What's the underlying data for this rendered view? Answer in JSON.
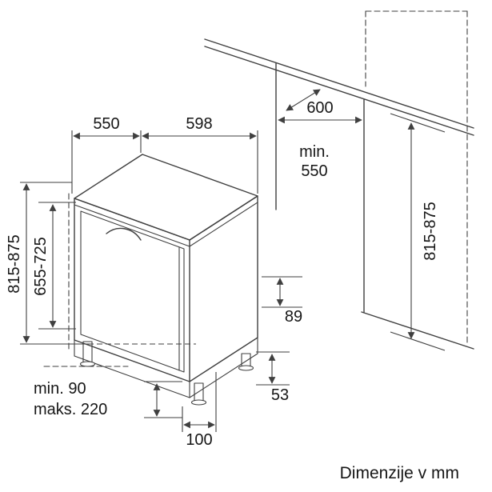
{
  "diagram": {
    "unit_note": "Dimenzije v mm",
    "colors": {
      "line": "#3f3f3f",
      "text": "#161616",
      "background": "#ffffff"
    },
    "appliance": {
      "depth": "550",
      "width": "598",
      "height_range": "815-875",
      "door_height_range": "655-725"
    },
    "niche": {
      "width": "600",
      "depth_label": "min.",
      "depth_value": "550",
      "height_range": "815-875"
    },
    "clearances": {
      "rear_gap": "89",
      "rear_offset": "53",
      "plinth_min": "min. 90",
      "plinth_max": "maks. 220",
      "foot_inset": "100"
    }
  }
}
